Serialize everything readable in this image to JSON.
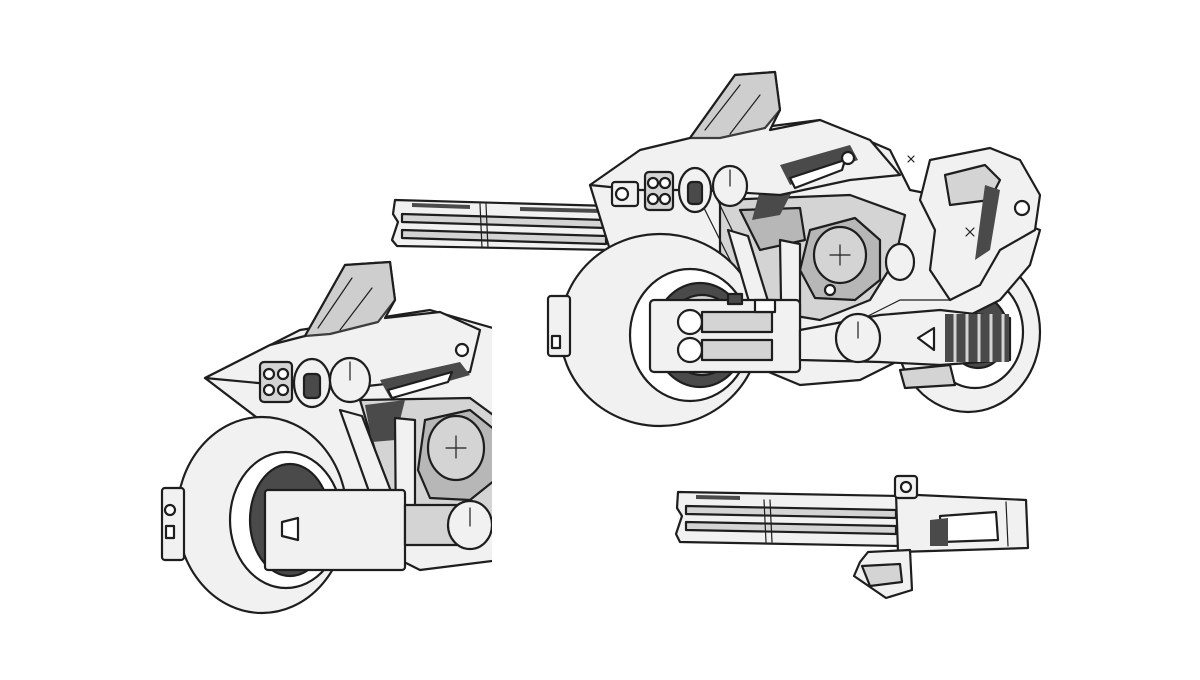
{
  "sheet": {
    "background": "#ffffff",
    "line_color": "#1e1e1e",
    "palette": {
      "panel_light": "#f1f1f1",
      "panel_mid": "#d4d4d4",
      "panel_dark": "#b7b7b7",
      "shadow": "#4a4a4a",
      "canopy": "#c9c9c9"
    },
    "views": [
      {
        "name": "mech-bike-main-side-view",
        "icon": "armored-motorcycle"
      },
      {
        "name": "mech-bike-front-closeup",
        "icon": "armored-motorcycle-front"
      },
      {
        "name": "detached-cannon",
        "icon": "twin-barrel-cannon"
      }
    ]
  }
}
